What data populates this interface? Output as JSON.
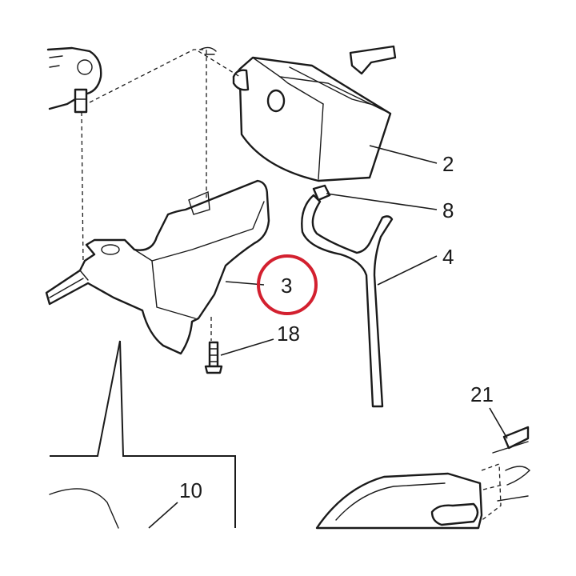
{
  "callouts": {
    "c2": "2",
    "c8": "8",
    "c4": "4",
    "c3": "3",
    "c18": "18",
    "c21": "21",
    "c10": "10"
  },
  "colors": {
    "highlight_ring": "#d3202f",
    "line": "#1a1a1a",
    "background": "#ffffff"
  },
  "highlighted_callout": "3"
}
